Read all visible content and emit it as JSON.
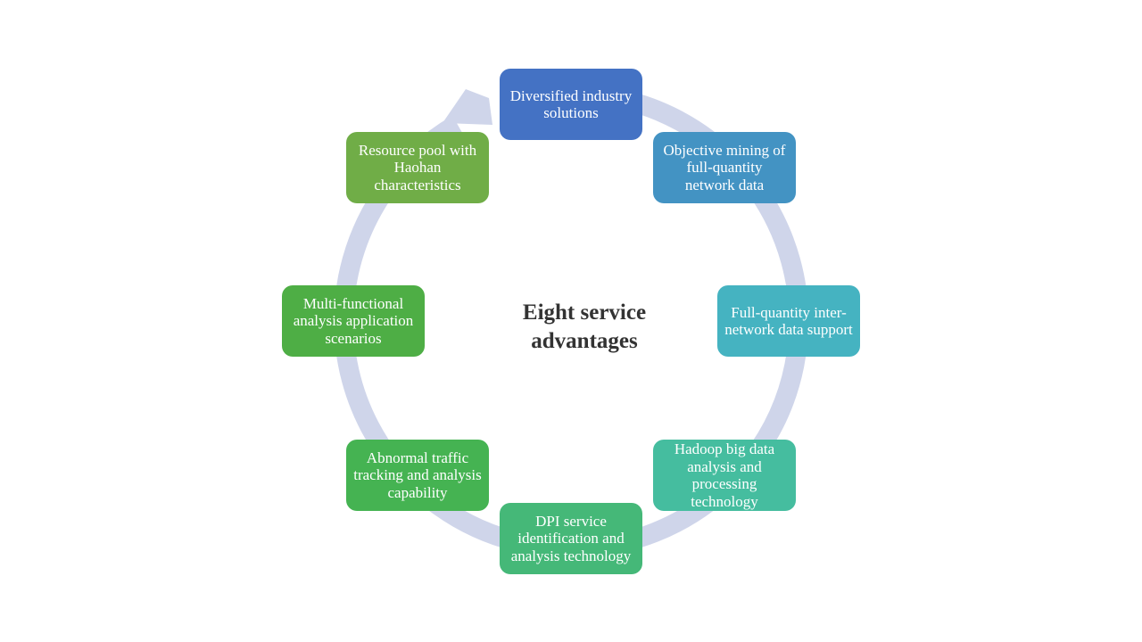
{
  "center": {
    "title": "Eight service advantages"
  },
  "nodes": [
    {
      "label": "Diversified industry solutions",
      "color": "#4472C4"
    },
    {
      "label": "Objective mining of full-quantity network data",
      "color": "#4393C3"
    },
    {
      "label": "Full-quantity inter-network data support",
      "color": "#45B3C1"
    },
    {
      "label": "Hadoop big data analysis and processing technology",
      "color": "#45BD9F"
    },
    {
      "label": "DPI service identification and analysis technology",
      "color": "#45B878"
    },
    {
      "label": "Abnormal traffic tracking and analysis capability",
      "color": "#45B352"
    },
    {
      "label": "Multi-functional analysis application scenarios",
      "color": "#4EAE45"
    },
    {
      "label": "Resource pool with Haohan characteristics",
      "color": "#70AD47"
    }
  ],
  "ring": {
    "color": "#CFD5EA"
  }
}
